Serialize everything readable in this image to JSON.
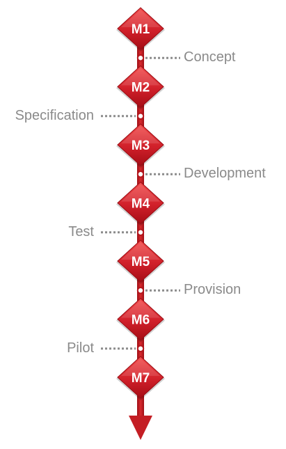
{
  "milestones": [
    {
      "id": "M1"
    },
    {
      "id": "M2"
    },
    {
      "id": "M3"
    },
    {
      "id": "M4"
    },
    {
      "id": "M5"
    },
    {
      "id": "M6"
    },
    {
      "id": "M7"
    }
  ],
  "phases": [
    {
      "label": "Concept",
      "side": "right"
    },
    {
      "label": "Specification",
      "side": "left"
    },
    {
      "label": "Development",
      "side": "right"
    },
    {
      "label": "Test",
      "side": "left"
    },
    {
      "label": "Provision",
      "side": "right"
    },
    {
      "label": "Pilot",
      "side": "left"
    }
  ],
  "colors": {
    "diamond_top": "#f04848",
    "diamond_bottom": "#b00f18",
    "line": "#c41e24",
    "label_text": "#8a8a8a",
    "connector": "#8c8c8c"
  }
}
